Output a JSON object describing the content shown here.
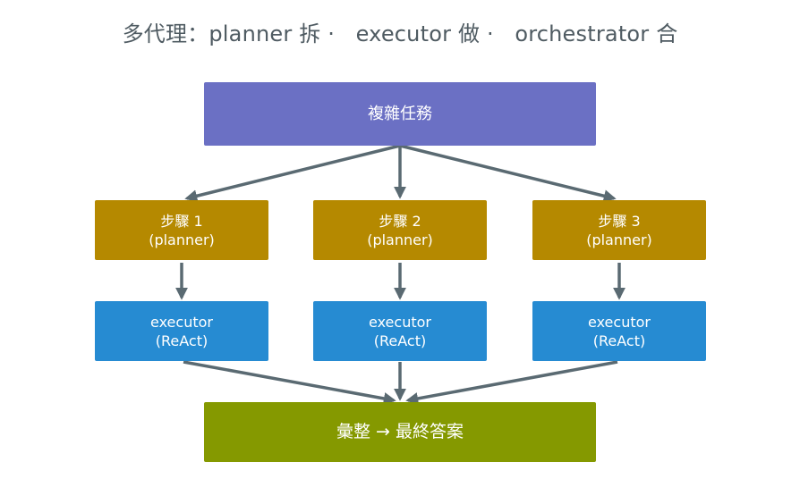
{
  "title": "多代理：planner 拆 ·   executor 做 ·   orchestrator 合",
  "task": "複雜任務",
  "steps": [
    {
      "label": "步驟 1",
      "role": "(planner)",
      "executor": "executor",
      "executor_mode": "(ReAct)"
    },
    {
      "label": "步驟 2",
      "role": "(planner)",
      "executor": "executor",
      "executor_mode": "(ReAct)"
    },
    {
      "label": "步驟 3",
      "role": "(planner)",
      "executor": "executor",
      "executor_mode": "(ReAct)"
    }
  ],
  "result": "彙整 → 最終答案",
  "colors": {
    "task": "#6b70c4",
    "planner": "#b58900",
    "executor": "#268bd2",
    "result": "#859900",
    "arrow": "#5a6a72",
    "title": "#4f5b62"
  }
}
